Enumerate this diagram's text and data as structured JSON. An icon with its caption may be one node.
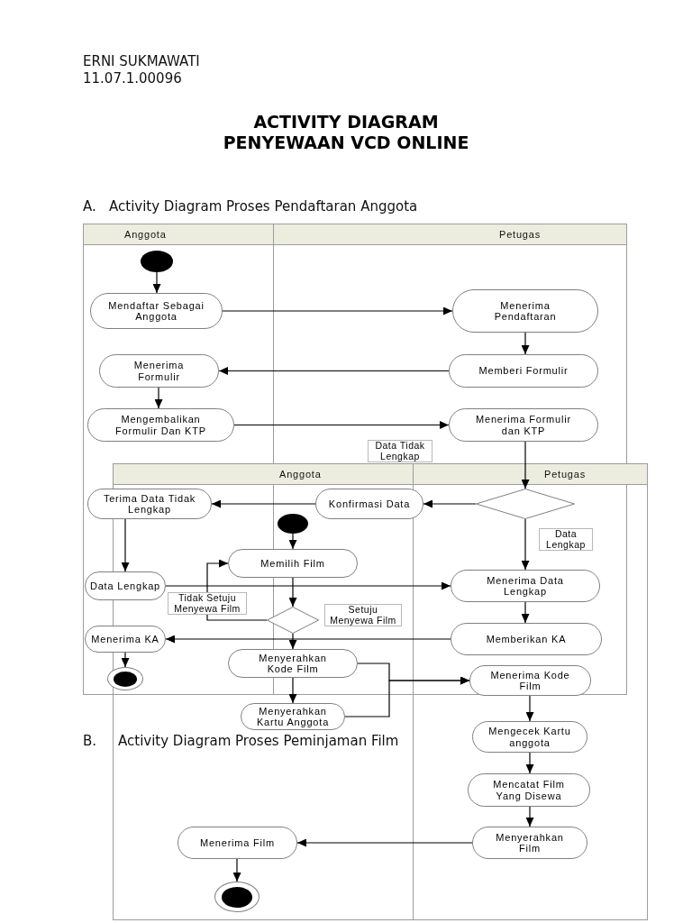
{
  "diagram": {
    "title": "ACTIVITY DIAGRAM PENYEWAAN VCD ONLINE",
    "nodes": [
      {
        "text": [
          "Anggota"
        ]
      },
      {
        "text": [
          "Petugas"
        ]
      },
      {
        "text": [],
        "shape": "circle",
        "in": 0
      },
      {
        "text": [
          "Mendaftar Sebagai Anggota"
        ],
        "in": 0
      },
      {
        "text": [
          "Menerima Pendaftaran"
        ],
        "in": 1
      },
      {
        "text": [
          "Menerima Formulir"
        ],
        "in": 0
      },
      {
        "text": [
          "Memberi Formulir"
        ],
        "in": 1
      },
      {
        "text": [
          "Mengembalikan Formulir Dan KTP"
        ],
        "in": 0
      },
      {
        "text": [
          "Menerima Formulir dan KTP"
        ],
        "in": 1
      },
      {
        "text": [],
        "shape": "diamond"
      },
      {
        "text": [
          "Terima Data Tidak Lengkap"
        ],
        "in": 0
      },
      {
        "text": [
          "Konfirmasi Data"
        ],
        "in": 1
      },
      {
        "text": [
          "Data Lengkap"
        ],
        "in": 0
      },
      {
        "text": [
          "Menerima Data Lengkap"
        ]
      },
      {
        "text": [
          "Menerima KA"
        ],
        "in": 0
      },
      {
        "text": [
          "Memberikan KA"
        ]
      },
      {
        "text": [],
        "shape": "bullseye",
        "in": 0
      },
      {
        "text": [
          "Anggota"
        ]
      },
      {
        "text": [
          "Petugas"
        ]
      },
      {
        "text": [],
        "shape": "circle"
      },
      {
        "text": [
          "Memilih Film"
        ],
        "in": 17
      },
      {
        "text": [],
        "shape": "diamond",
        "in": 17
      },
      {
        "text": [
          "Menyerahkan Kode Film"
        ],
        "in": 17
      },
      {
        "text": [
          "Menyerahkan Kartu Anggota"
        ],
        "in": 17
      },
      {
        "text": [
          "Menerima Kode Film"
        ]
      },
      {
        "text": [
          "Mengecek Kartu anggota"
        ],
        "in": 18
      },
      {
        "text": [
          "Mencatat Film Yang Disewa"
        ],
        "in": 18
      },
      {
        "text": [
          "Menyerahkan Film"
        ],
        "in": 18
      },
      {
        "text": [
          "Menerima Film"
        ],
        "in": 17
      },
      {
        "text": [],
        "shape": "bullseye",
        "in": 17
      }
    ],
    "edges": [
      {
        "from": 2,
        "to": 3,
        "arrow": "to"
      },
      {
        "from": 3,
        "to": 4,
        "arrow": "to"
      },
      {
        "from": 4,
        "to": 6,
        "arrow": "to"
      },
      {
        "from": 6,
        "to": 5,
        "arrow": "to"
      },
      {
        "from": 5,
        "to": 7,
        "arrow": "to"
      },
      {
        "from": 7,
        "to": 8,
        "arrow": "to"
      },
      {
        "from": 8,
        "to": 9,
        "arrow": "to"
      },
      {
        "from": 9,
        "to": 11,
        "arrow": "to",
        "label": "Data Tidak Lengkap"
      },
      {
        "from": 11,
        "to": 10,
        "arrow": "to"
      },
      {
        "from": 10,
        "to": 12,
        "arrow": "to"
      },
      {
        "from": 9,
        "to": 13,
        "arrow": "to",
        "label": "Data Lengkap"
      },
      {
        "from": 12,
        "to": 13,
        "arrow": "to"
      },
      {
        "from": 13,
        "to": 15,
        "arrow": "to"
      },
      {
        "from": 15,
        "to": 14,
        "arrow": "to"
      },
      {
        "from": 14,
        "to": 16,
        "arrow": "to"
      },
      {
        "from": 19,
        "to": 20,
        "arrow": "to"
      },
      {
        "from": 20,
        "to": 21,
        "arrow": "to"
      },
      {
        "from": 21,
        "to": 22,
        "arrow": "to",
        "label": "Setuju Menyewa Film"
      },
      {
        "from": 21,
        "to": 20,
        "arrow": "to",
        "label": "Tidak Setuju Menyewa Film"
      },
      {
        "from": 22,
        "to": 23,
        "arrow": "to"
      },
      {
        "from": 22,
        "to": 24,
        "arrow": "to"
      },
      {
        "from": 23,
        "to": 24,
        "arrow": "to"
      },
      {
        "from": 24,
        "to": 25,
        "arrow": "to"
      },
      {
        "from": 25,
        "to": 26,
        "arrow": "to"
      },
      {
        "from": 26,
        "to": 27,
        "arrow": "to"
      },
      {
        "from": 27,
        "to": 28,
        "arrow": "to"
      },
      {
        "from": 28,
        "to": 29,
        "arrow": "to"
      }
    ],
    "labels": [
      "ERNI SUKMAWATI",
      "11.07.1.00096",
      "A.",
      "Activity Diagram Proses Pendaftaran Anggota",
      "B.",
      "Activity Diagram Proses Peminjaman Film"
    ]
  }
}
